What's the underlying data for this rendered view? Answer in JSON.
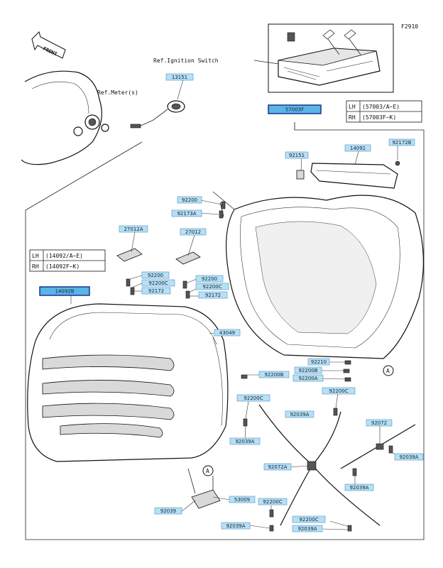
{
  "figure_code": "F2910",
  "front_label": "FRONT",
  "ref_ignition": "Ref.Ignition Switch",
  "ref_meter": "Ref.Meter(s)",
  "callout_a": "A",
  "tables": {
    "top": {
      "rows": [
        [
          "LH",
          "(57003/A~E)"
        ],
        [
          "RH",
          "(57003F~K)"
        ]
      ]
    },
    "left": {
      "rows": [
        [
          "LH",
          "(14092/A~E)"
        ],
        [
          "RH",
          "(14092F~K)"
        ]
      ]
    }
  },
  "parts": [
    {
      "id": "13151"
    },
    {
      "id": "57003F",
      "highlight": true
    },
    {
      "id": "92151"
    },
    {
      "id": "14091"
    },
    {
      "id": "92172B"
    },
    {
      "id": "92200"
    },
    {
      "id": "92173A"
    },
    {
      "id": "27012A"
    },
    {
      "id": "27012"
    },
    {
      "id": "92200"
    },
    {
      "id": "92200C"
    },
    {
      "id": "92172"
    },
    {
      "id": "92200"
    },
    {
      "id": "92200C"
    },
    {
      "id": "92172"
    },
    {
      "id": "14092B",
      "highlight": true
    },
    {
      "id": "43049"
    },
    {
      "id": "92210"
    },
    {
      "id": "92200B"
    },
    {
      "id": "92200B"
    },
    {
      "id": "92200A"
    },
    {
      "id": "92200C"
    },
    {
      "id": "92200C"
    },
    {
      "id": "92039A"
    },
    {
      "id": "92039A"
    },
    {
      "id": "92072"
    },
    {
      "id": "92039A"
    },
    {
      "id": "92072A"
    },
    {
      "id": "92039A"
    },
    {
      "id": "92039"
    },
    {
      "id": "53009"
    },
    {
      "id": "92200C"
    },
    {
      "id": "92039A"
    },
    {
      "id": "92200C"
    },
    {
      "id": "92039A"
    }
  ]
}
